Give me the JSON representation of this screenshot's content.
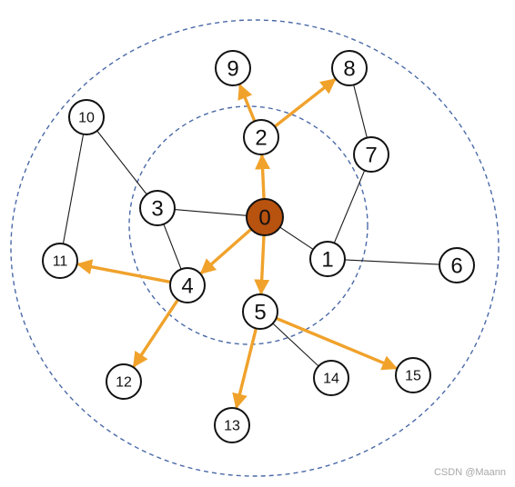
{
  "graph": {
    "rings": [
      "inner",
      "outer"
    ],
    "colors": {
      "ring": "#4a6aa8",
      "arrow": "#f0a22b",
      "thin_edge": "#1a1a1a",
      "source_fill": "#b8520f",
      "node_fill": "#ffffff",
      "node_stroke": "#111111"
    },
    "source_node": "0",
    "nodes": [
      {
        "id": "0",
        "label": "0"
      },
      {
        "id": "1",
        "label": "1"
      },
      {
        "id": "2",
        "label": "2"
      },
      {
        "id": "3",
        "label": "3"
      },
      {
        "id": "4",
        "label": "4"
      },
      {
        "id": "5",
        "label": "5"
      },
      {
        "id": "6",
        "label": "6"
      },
      {
        "id": "7",
        "label": "7"
      },
      {
        "id": "8",
        "label": "8"
      },
      {
        "id": "9",
        "label": "9"
      },
      {
        "id": "10",
        "label": "10"
      },
      {
        "id": "11",
        "label": "11"
      },
      {
        "id": "12",
        "label": "12"
      },
      {
        "id": "13",
        "label": "13"
      },
      {
        "id": "14",
        "label": "14"
      },
      {
        "id": "15",
        "label": "15"
      }
    ],
    "edges": [
      {
        "from": "0",
        "to": "3",
        "directed": false
      },
      {
        "from": "0",
        "to": "1",
        "directed": false
      },
      {
        "from": "3",
        "to": "10",
        "directed": false
      },
      {
        "from": "3",
        "to": "4",
        "directed": false
      },
      {
        "from": "10",
        "to": "11",
        "directed": false
      },
      {
        "from": "1",
        "to": "7",
        "directed": false
      },
      {
        "from": "7",
        "to": "8",
        "directed": false
      },
      {
        "from": "1",
        "to": "6",
        "directed": false
      },
      {
        "from": "5",
        "to": "14",
        "directed": false
      },
      {
        "from": "0",
        "to": "2",
        "directed": true
      },
      {
        "from": "0",
        "to": "4",
        "directed": true
      },
      {
        "from": "0",
        "to": "5",
        "directed": true
      },
      {
        "from": "2",
        "to": "9",
        "directed": true
      },
      {
        "from": "2",
        "to": "8",
        "directed": true
      },
      {
        "from": "4",
        "to": "11",
        "directed": true
      },
      {
        "from": "4",
        "to": "12",
        "directed": true
      },
      {
        "from": "5",
        "to": "13",
        "directed": true
      },
      {
        "from": "5",
        "to": "15",
        "directed": true
      }
    ]
  },
  "watermark": "CSDN @Maann"
}
